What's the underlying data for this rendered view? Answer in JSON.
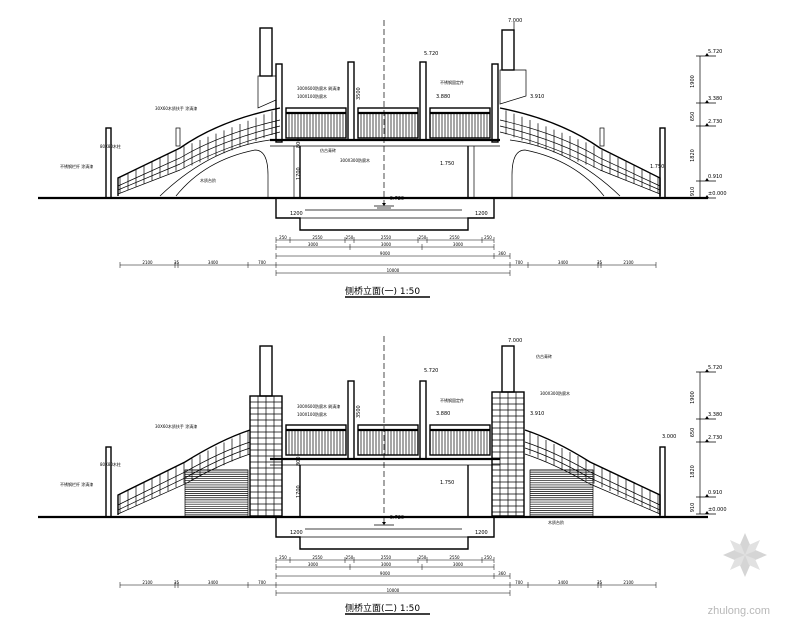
{
  "drawings": [
    {
      "title": "侧桥立面(一) 1:50",
      "levels": [
        "5.720",
        "3.380",
        "2.730",
        "0.910",
        "±0.000"
      ],
      "level_dims": [
        "1900",
        "650",
        "1820",
        "910"
      ],
      "elev_labels": {
        "tower": "7.000",
        "post": "5.720",
        "mid": "3.880",
        "side": "3.910",
        "low": "1.750",
        "water": "-0.720",
        "end": "1.750"
      },
      "span_row1": [
        "250",
        "2550",
        "250",
        "2550",
        "250",
        "2550",
        "250"
      ],
      "span_row2": [
        "3000",
        "3000",
        "3000"
      ],
      "span_total": "9000",
      "span_extra": "360",
      "overall_row": [
        "2100",
        "35",
        "3400",
        "700",
        "700",
        "3400",
        "35",
        "2100"
      ],
      "overall_total": "10000",
      "pier_dims": [
        "1200",
        "1200"
      ],
      "vertical_dims": [
        "3500",
        "800",
        "1700"
      ],
      "notes": [
        "30X60木质扶手 涂清漆",
        "80X80木柱",
        "不锈钢栏杆 涂清漆",
        "300X600防腐木 刷清漆",
        "100X100防腐木",
        "不锈钢固定件",
        "仿古青砖",
        "300X300防腐木",
        "木质台阶"
      ]
    },
    {
      "title": "侧桥立面(二) 1:50",
      "levels": [
        "5.720",
        "3.380",
        "2.730",
        "0.910",
        "±0.000"
      ],
      "level_dims": [
        "1900",
        "650",
        "1820",
        "910"
      ],
      "elev_labels": {
        "tower": "7.000",
        "post": "5.720",
        "mid": "3.880",
        "side": "3.910",
        "low": "1.750",
        "water": "-0.720",
        "end": "3.000"
      },
      "span_row1": [
        "250",
        "2550",
        "250",
        "2550",
        "250",
        "2550",
        "250"
      ],
      "span_row2": [
        "3000",
        "3000",
        "3000"
      ],
      "span_total": "9000",
      "span_extra": "360",
      "overall_row": [
        "2100",
        "35",
        "3400",
        "700",
        "700",
        "3400",
        "35",
        "2100"
      ],
      "overall_total": "10000",
      "pier_dims": [
        "1200",
        "1200"
      ],
      "vertical_dims": [
        "3500",
        "800",
        "1700"
      ],
      "notes": [
        "30X60木质扶手 涂清漆",
        "80X80木柱",
        "不锈钢栏杆 涂清漆",
        "300X600防腐木 刷清漆",
        "100X100防腐木",
        "不锈钢固定件",
        "仿古青砖",
        "300X300防腐木",
        "木质台阶"
      ]
    }
  ],
  "watermark": "zhulong.com",
  "watermark_logo": "zhulong-logo-icon"
}
